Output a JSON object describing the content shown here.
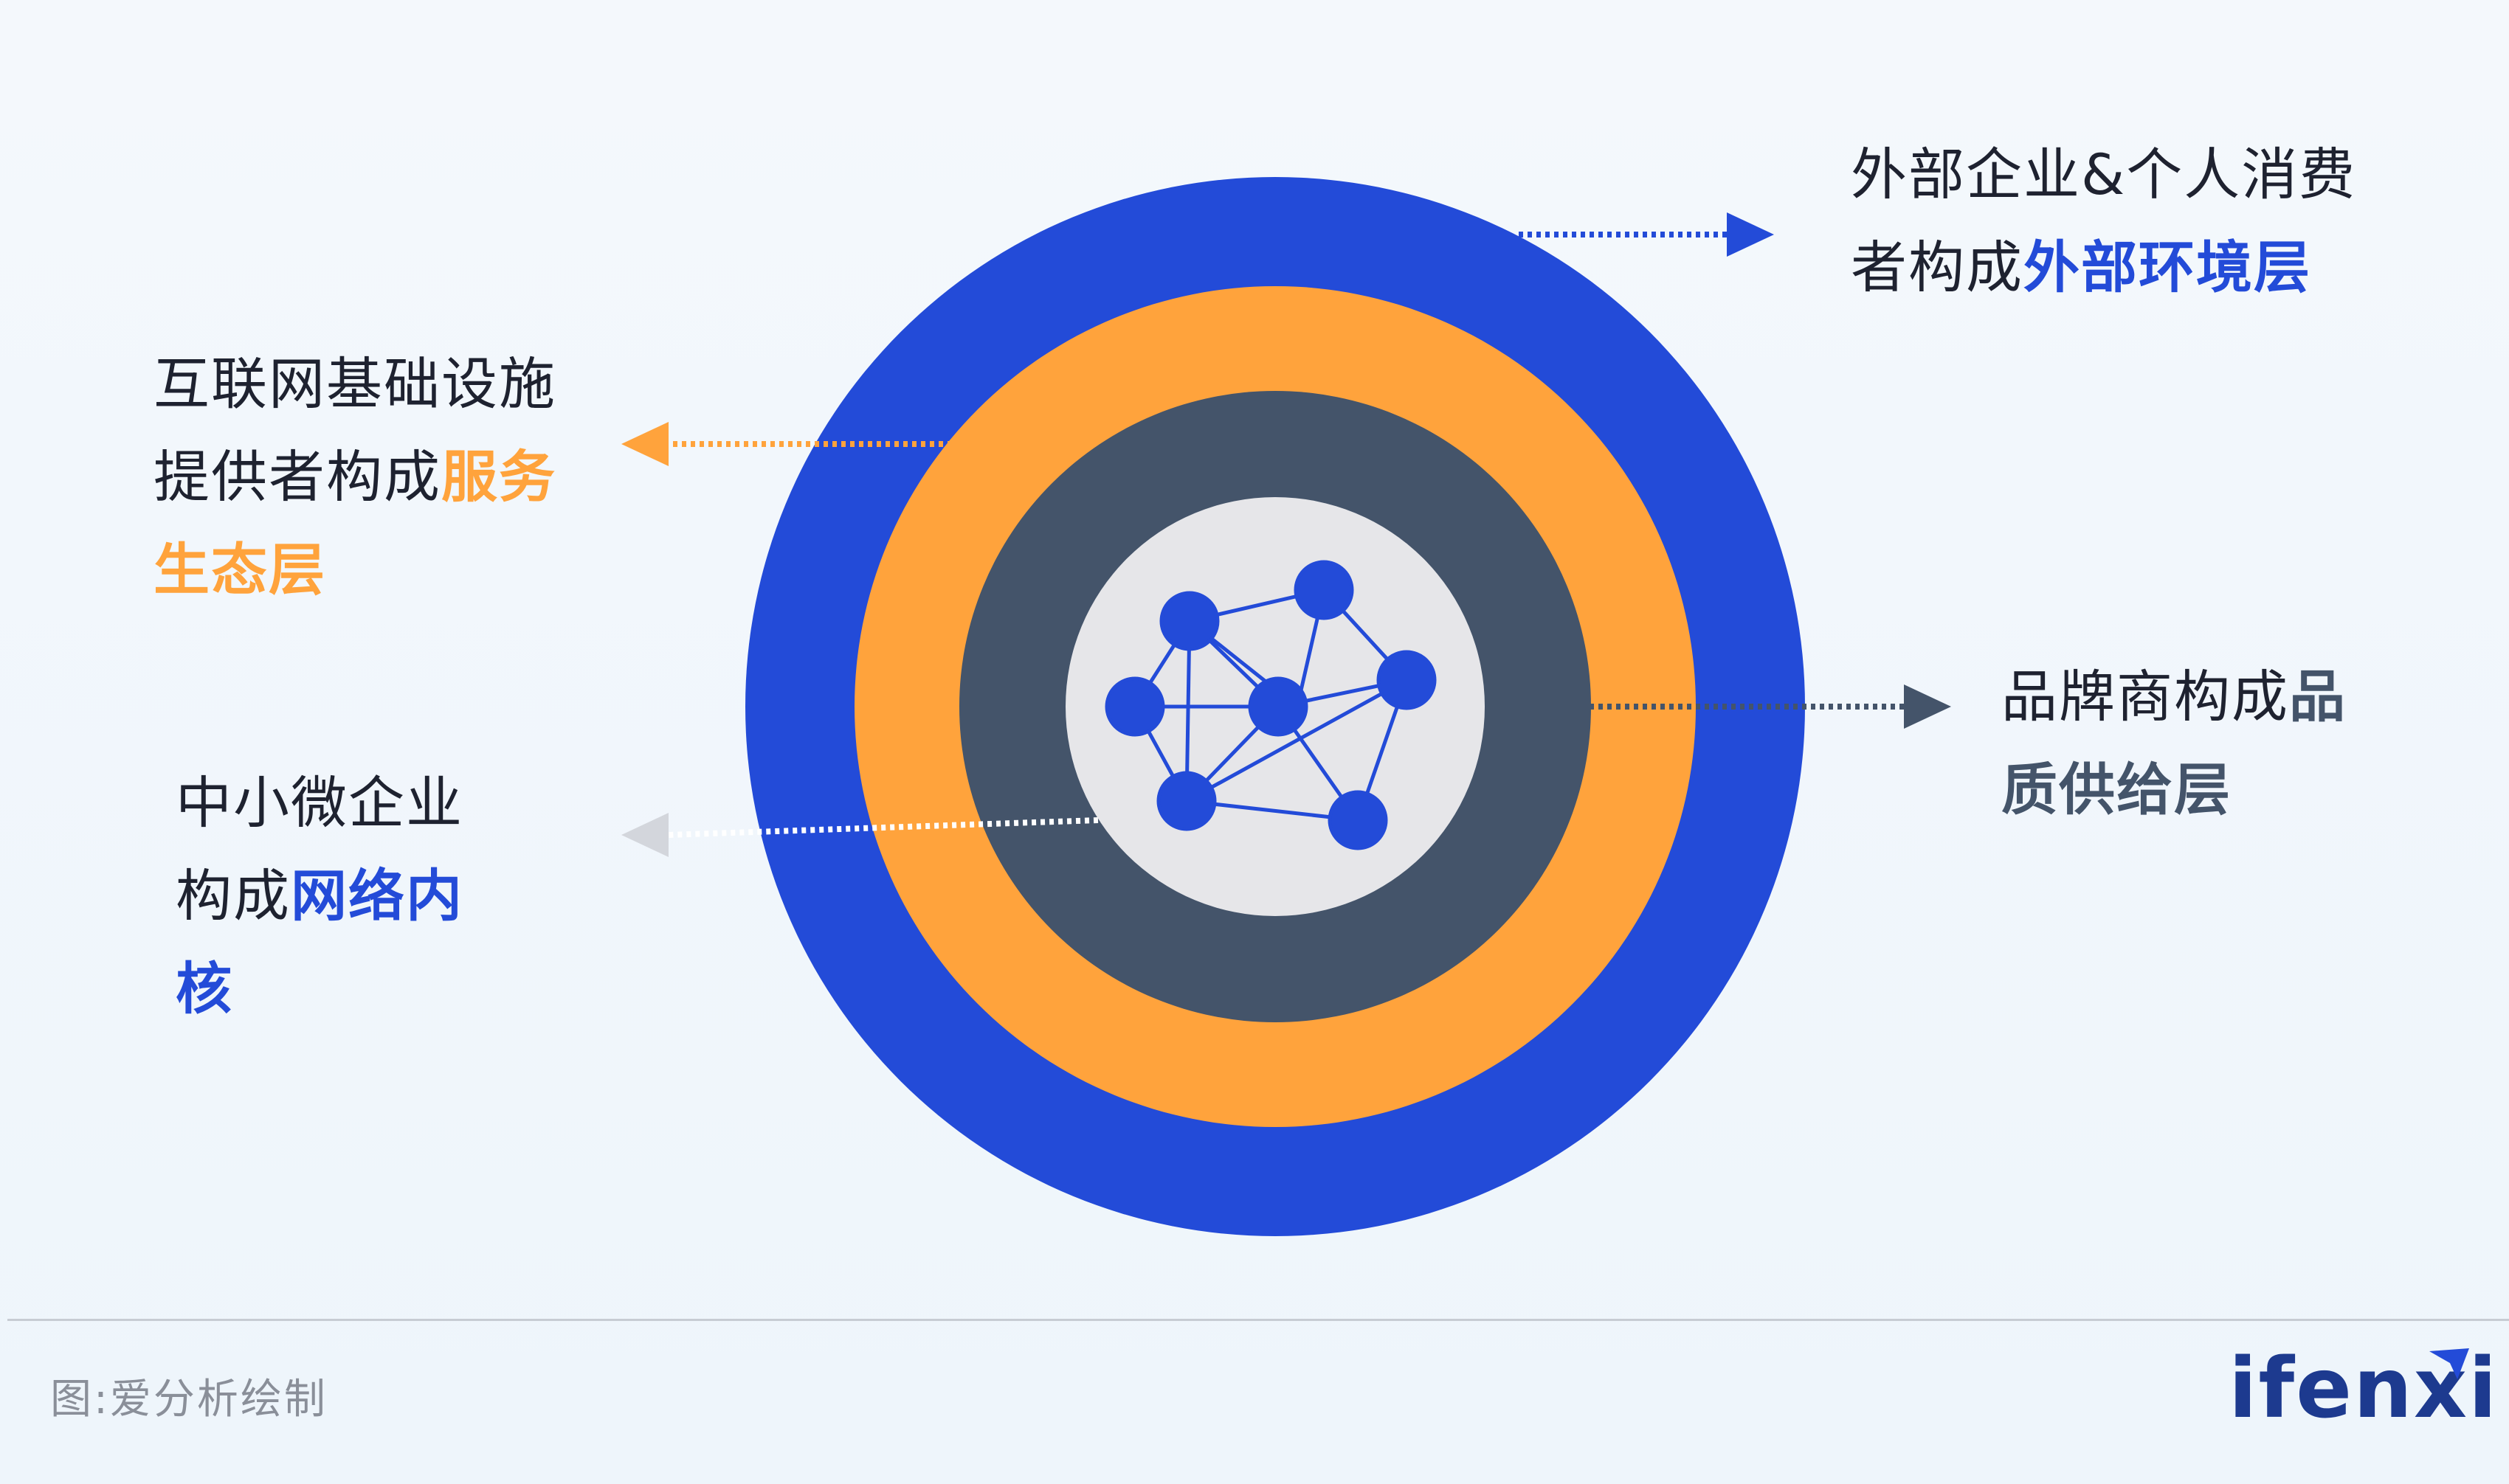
{
  "layers": [
    {
      "id": "outer",
      "prefix": "外部企业&个人消费者构成",
      "highlight": "外部环境层",
      "color": "#234bd8"
    },
    {
      "id": "service",
      "prefix": "互联网基础设施提供者构成",
      "highlight": "服务生态层",
      "color": "#ffa33c"
    },
    {
      "id": "brand",
      "prefix": "品牌商构成",
      "highlight": "品质供给层",
      "color": "#44546a"
    },
    {
      "id": "core",
      "prefix": "中小微企业构成",
      "highlight": "网络内核",
      "color": "#234bd8"
    }
  ],
  "colors": {
    "outer_ring": "#234bd8",
    "service_ring": "#ffa33c",
    "brand_ring": "#44546a",
    "core_disc": "#e6e6e9",
    "network_node": "#234bd8",
    "core_arrow": "#d3d6dc"
  },
  "footer": {
    "credit": "图:爱分析绘制",
    "logo": "ifenxi"
  }
}
